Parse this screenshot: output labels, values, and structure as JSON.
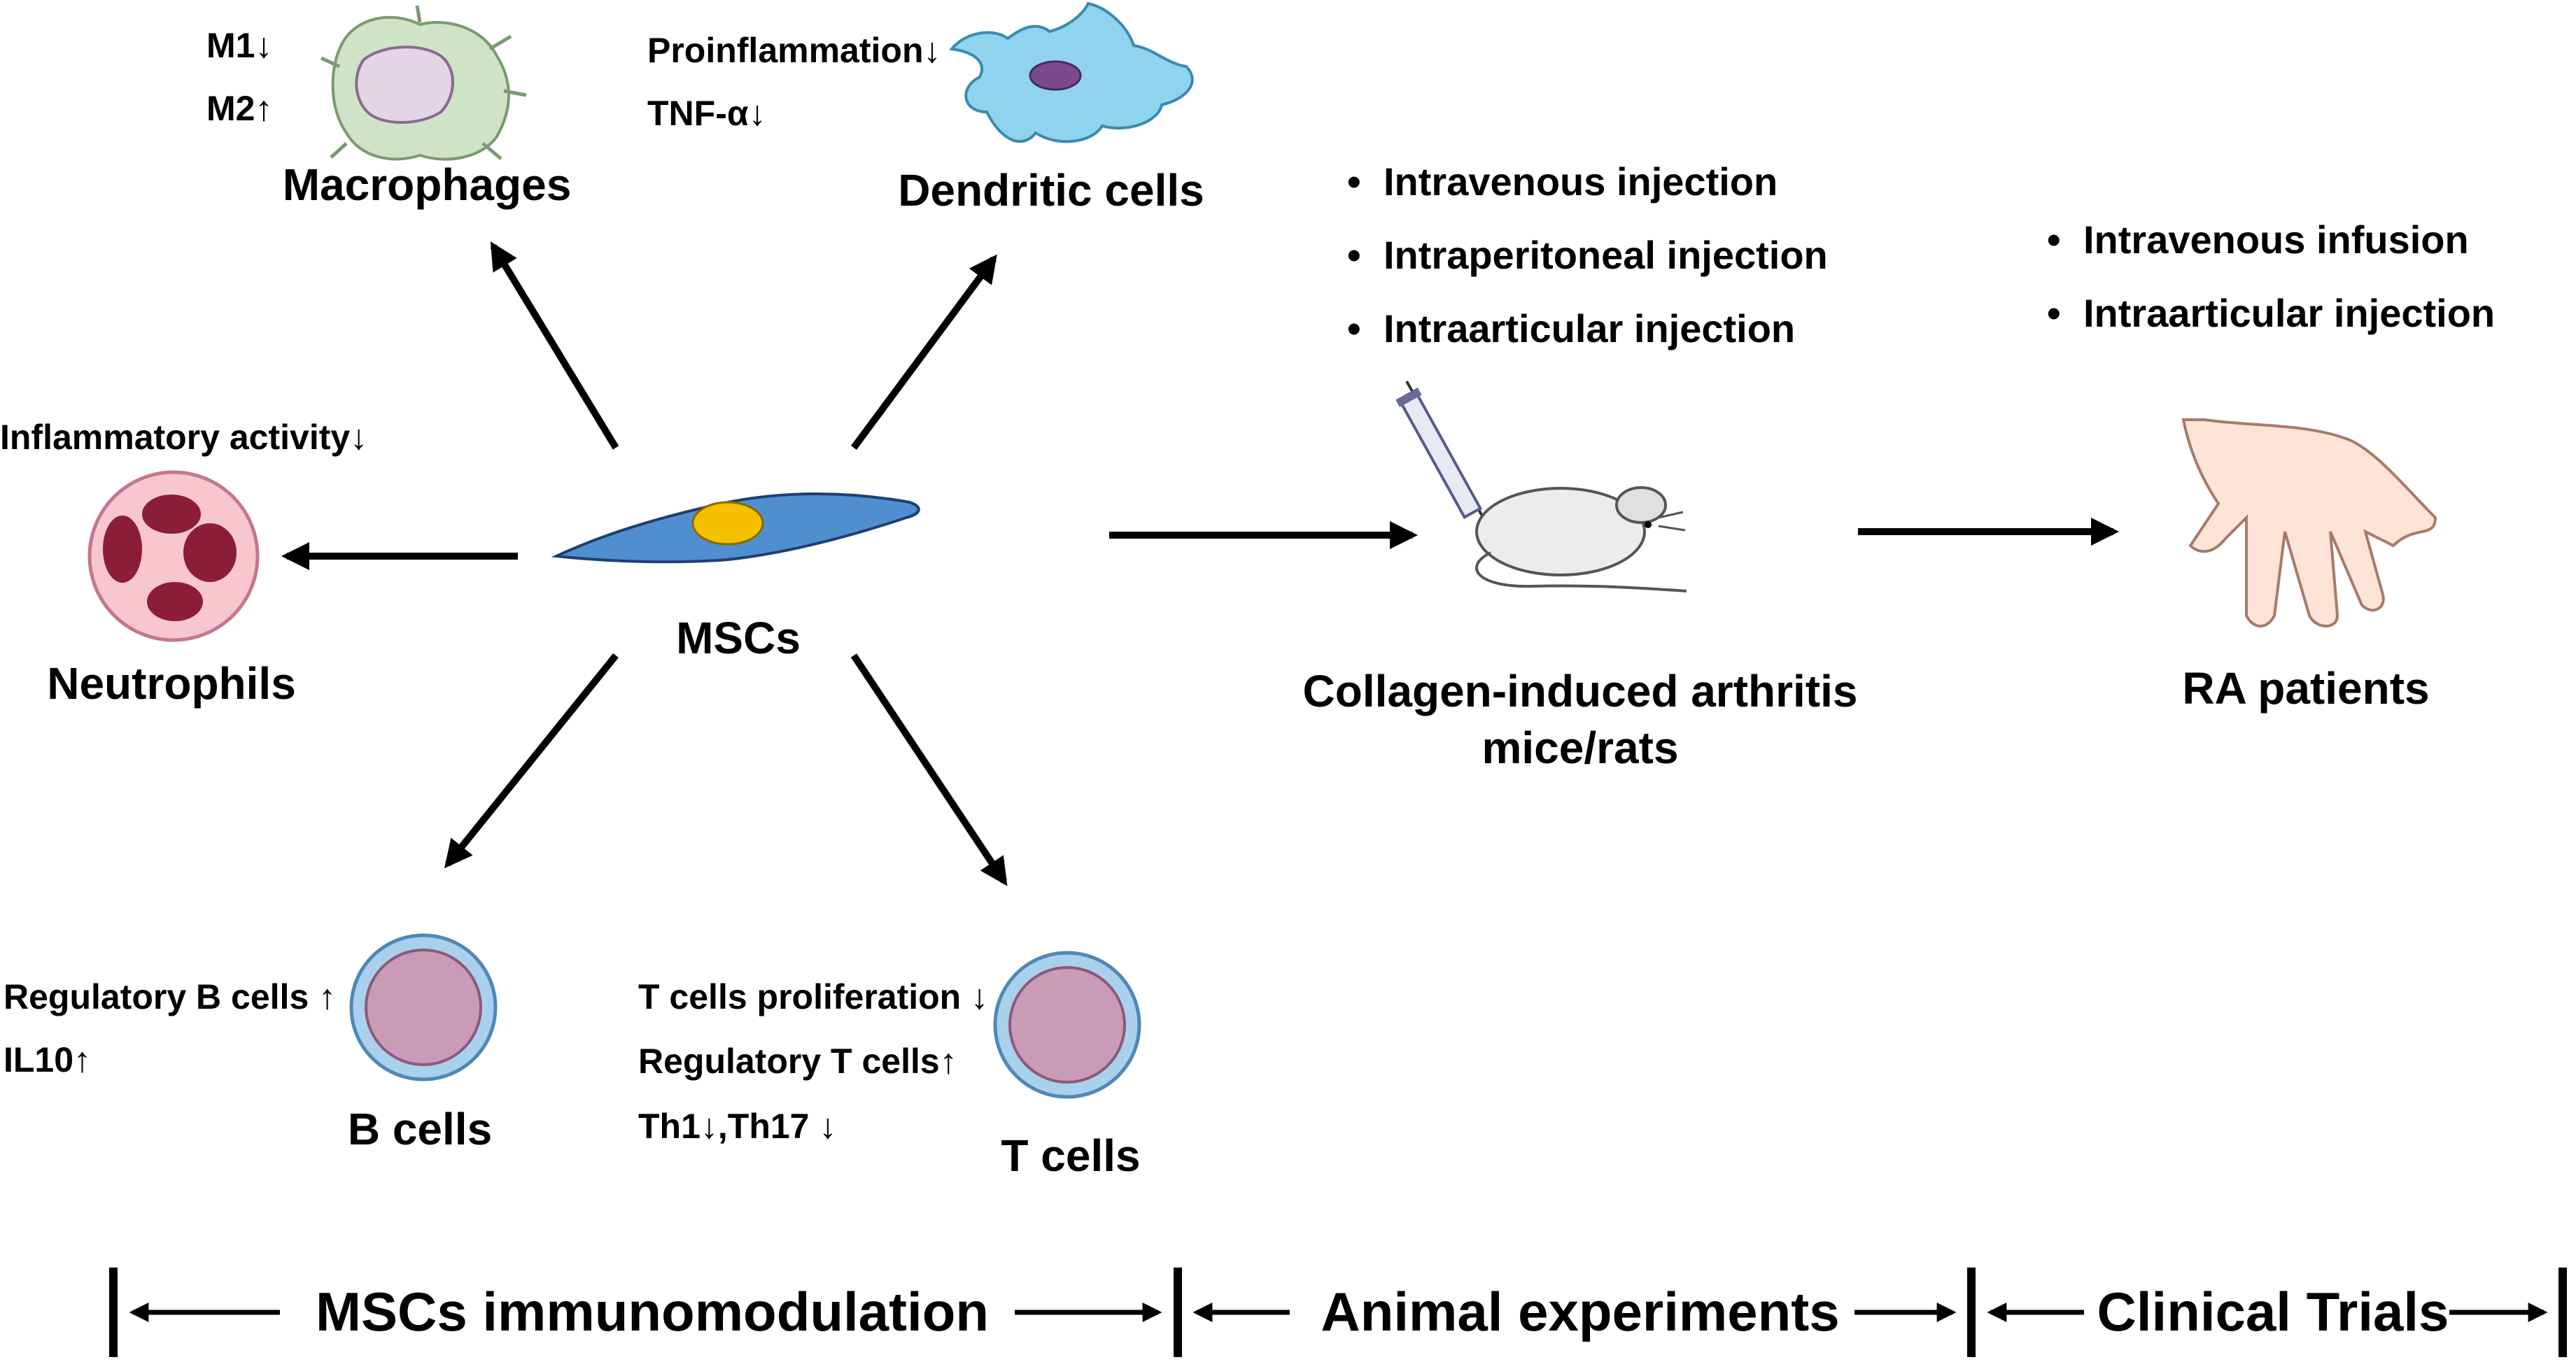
{
  "center_label": "MSCs",
  "cells": {
    "macrophages": {
      "label": "Macrophages",
      "notes": [
        "M1↓",
        "M2↑"
      ]
    },
    "dendritic": {
      "label": "Dendritic cells",
      "notes": [
        "Proinflammation↓",
        "TNF-α↓"
      ]
    },
    "neutrophils": {
      "label": "Neutrophils",
      "notes": [
        "Inflammatory activity↓"
      ]
    },
    "b_cells": {
      "label": "B cells",
      "notes": [
        "Regulatory B cells ↑",
        "IL10↑"
      ]
    },
    "t_cells": {
      "label": "T cells",
      "notes": [
        "T cells proliferation ↓",
        "Regulatory T cells↑",
        "Th1↓,Th17 ↓"
      ]
    }
  },
  "animal": {
    "routes": [
      "Intravenous injection",
      "Intraperitoneal injection",
      "Intraarticular injection"
    ],
    "label_line1": "Collagen-induced arthritis",
    "label_line2": "mice/rats"
  },
  "clinical": {
    "routes": [
      "Intravenous infusion",
      "Intraarticular injection"
    ],
    "label": "RA patients"
  },
  "bottom_bar": {
    "sections": [
      "MSCs immunomodulation",
      "Animal experiments",
      "Clinical Trials"
    ]
  },
  "colors": {
    "msc_cell": "#4f8fd0",
    "msc_nucleus": "#f5c000",
    "macrophage": "#cfe3c6",
    "dendritic": "#8fd3ee",
    "neutrophil": "#f7c6cf",
    "lymphocyte_ring": "#a9d0ec",
    "lymphocyte_nucleus": "#c99bb6"
  }
}
